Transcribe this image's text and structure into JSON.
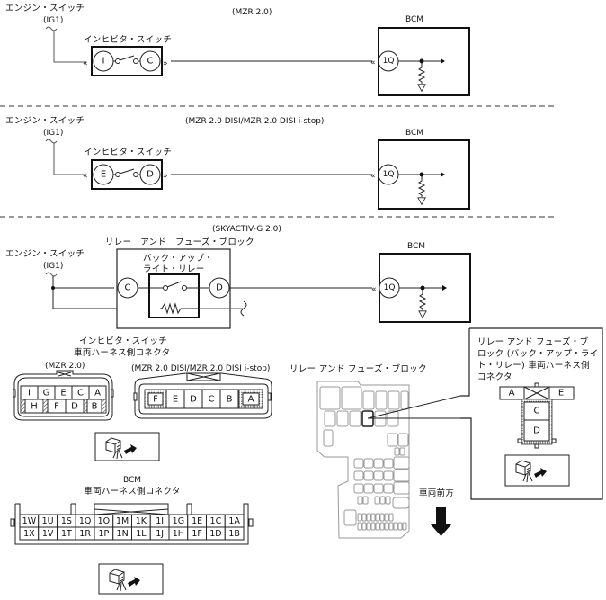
{
  "sections": [
    {
      "variant": "(MZR 2.0)",
      "power_label": "エンジン・スイッチ",
      "power_sub": "(IG1)",
      "switch_label": "インヒビタ・スイッチ",
      "switch_pins": [
        "I",
        "C"
      ],
      "module_label": "BCM",
      "module_pin": "1Q"
    },
    {
      "variant": "(MZR 2.0 DISI/MZR 2.0 DISI i-stop)",
      "power_label": "エンジン・スイッチ",
      "power_sub": "(IG1)",
      "switch_label": "インヒビタ・スイッチ",
      "switch_pins": [
        "E",
        "D"
      ],
      "module_label": "BCM",
      "module_pin": "1Q"
    },
    {
      "variant": "(SKYACTIV-G 2.0)",
      "power_label": "エンジン・スイッチ",
      "power_sub": "(IG1)",
      "block_label": "リレー　アンド　フューズ・ブロック",
      "relay_label_1": "バック・アップ・",
      "relay_label_2": "ライト・リレー",
      "relay_pins": [
        "C",
        "D"
      ],
      "module_label": "BCM",
      "module_pin": "1Q"
    }
  ],
  "connectors": {
    "inhibitor": {
      "title_1": "インヒビタ・スイッチ",
      "title_2": "車両ハーネス側コネクタ",
      "mzr": {
        "label": "(MZR 2.0)",
        "row1": [
          "I",
          "G",
          "E",
          "C",
          "A"
        ],
        "row2": [
          "H",
          "F",
          "D",
          "B"
        ]
      },
      "disi": {
        "label": "(MZR 2.0 DISI/MZR 2.0 DISI i-stop)",
        "pins": [
          "F",
          "E",
          "D",
          "C",
          "B",
          "A"
        ]
      }
    },
    "bcm": {
      "title_1": "BCM",
      "title_2": "車両ハーネス側コネクタ",
      "row1": [
        "1W",
        "1U",
        "1S",
        "1Q",
        "1O",
        "1M",
        "1K",
        "1I",
        "1G",
        "1E",
        "1C",
        "1A"
      ],
      "row2": [
        "1X",
        "1V",
        "1T",
        "1R",
        "1P",
        "1N",
        "1L",
        "1J",
        "1H",
        "1F",
        "1D",
        "1B"
      ]
    },
    "fuse_block": {
      "title": "リレー アンド フューズ・ブロック",
      "front_label": "車両前方"
    },
    "relay_callout": {
      "title_lines": [
        "リレー アンド フューズ・ブ",
        "ロック (バック・アップ・ライ",
        "ト・リレー) 車両ハーネス側",
        "コネクタ"
      ],
      "top_pins": [
        "A",
        "E"
      ],
      "body_pins": [
        "C",
        "D"
      ]
    }
  },
  "icons": {
    "harness_view": "connector-harness-side-view-icon",
    "front_arrow": "vehicle-front-arrow-icon"
  }
}
